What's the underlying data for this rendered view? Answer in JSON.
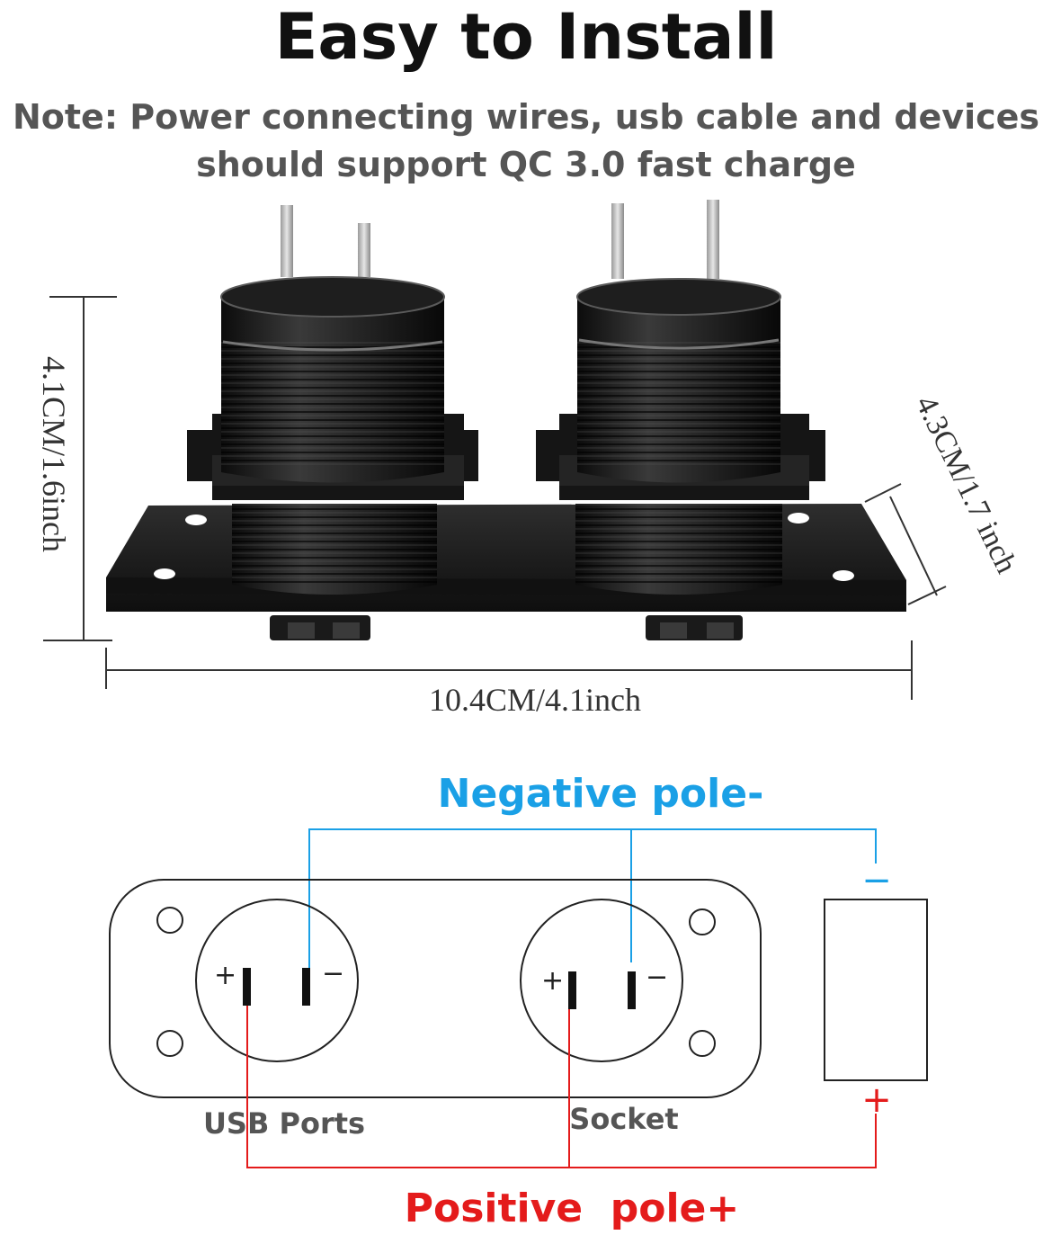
{
  "header": {
    "title": "Easy to Install",
    "note_line1": "Note: Power connecting wires, usb cable and devices",
    "note_line2": "should support QC 3.0 fast charge"
  },
  "dimensions": {
    "height": "4.1CM/1.6inch",
    "depth": "4.3CM/1.7 inch",
    "width": "10.4CM/4.1inch"
  },
  "wiring": {
    "negative_label": "Negative pole-",
    "positive_label": "Positive  pole+",
    "usb_label": "USB Ports",
    "socket_label": "Socket",
    "plus_sign": "+",
    "minus_sign": "−",
    "battery_minus": "−",
    "battery_plus": "+"
  },
  "colors": {
    "negative": "#1aa0e6",
    "positive": "#e41b1b",
    "panel": "#1c1c1c",
    "dimension_line": "#333333"
  }
}
